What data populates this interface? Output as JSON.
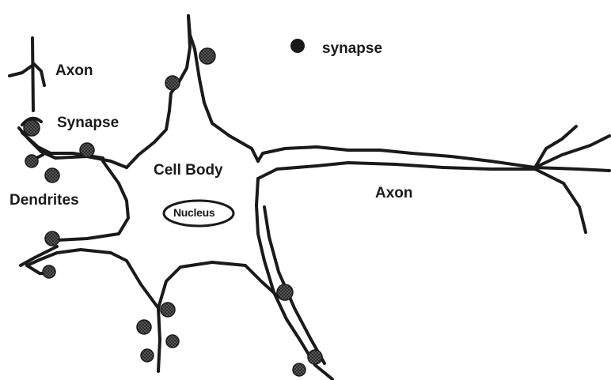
{
  "labels": {
    "axon_top": "Axon",
    "synapse": "Synapse",
    "cell_body": "Cell Body",
    "nucleus": "Nucleus",
    "dendrites": "Dendrites",
    "axon_right": "Axon"
  },
  "legend": {
    "synapse_label": "synapse"
  },
  "colors": {
    "line": "#1a1a1a",
    "background": "#ffffff"
  }
}
